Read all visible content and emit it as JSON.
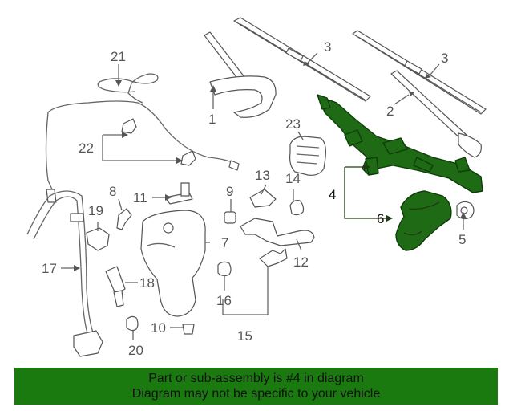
{
  "callouts": {
    "c21": "21",
    "c3a": "3",
    "c3b": "3",
    "c1": "1",
    "c2": "2",
    "c23": "23",
    "c22": "22",
    "c4": "4",
    "c6": "6",
    "c13": "13",
    "c14": "14",
    "c8": "8",
    "c11": "11",
    "c9": "9",
    "c19": "19",
    "c7": "7",
    "c5": "5",
    "c17": "17",
    "c12": "12",
    "c18": "18",
    "c16": "16",
    "c10": "10",
    "c15": "15",
    "c20": "20"
  },
  "banner": {
    "line1": "Part or sub-assembly is #4 in diagram",
    "line2": "Diagram may not be specific to your vehicle"
  },
  "colors": {
    "highlight": "#1f6b15",
    "banner_bg": "#1a7a10",
    "line": "#666666"
  }
}
